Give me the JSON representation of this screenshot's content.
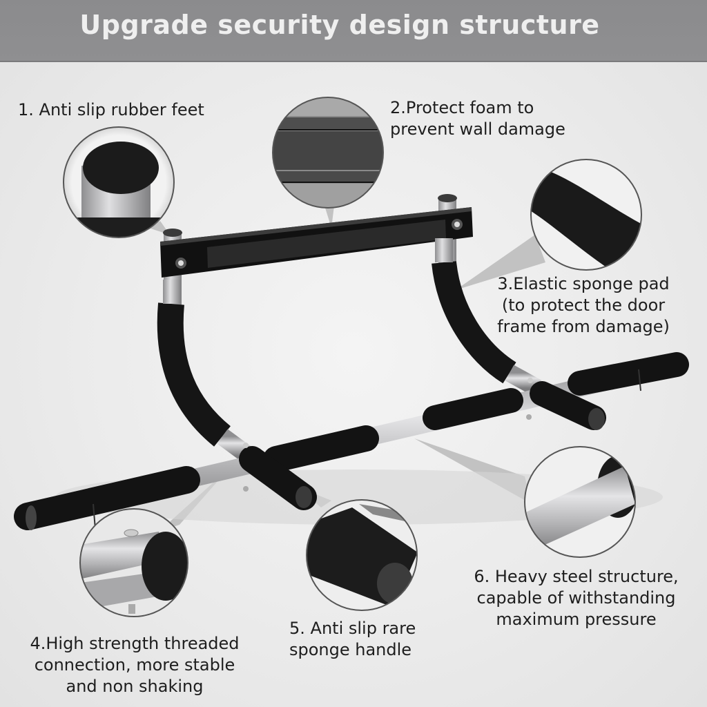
{
  "header": {
    "title": "Upgrade security design structure"
  },
  "features": [
    {
      "id": 1,
      "lines": [
        "1. Anti slip rubber feet"
      ],
      "icon": "rubber-foot-closeup"
    },
    {
      "id": 2,
      "lines": [
        "2.Protect foam to",
        "prevent wall damage"
      ],
      "icon": "foam-pad-closeup"
    },
    {
      "id": 3,
      "lines": [
        "3.Elastic sponge pad",
        "(to protect the door",
        "frame from damage)"
      ],
      "icon": "sponge-pad-closeup"
    },
    {
      "id": 4,
      "lines": [
        "4.High strength threaded",
        "connection, more stable",
        "and non shaking"
      ],
      "icon": "threaded-connection-closeup"
    },
    {
      "id": 5,
      "lines": [
        "5. Anti slip rare",
        "sponge handle"
      ],
      "icon": "sponge-handle-closeup"
    },
    {
      "id": 6,
      "lines": [
        "6. Heavy steel structure,",
        "capable of withstanding",
        "maximum pressure"
      ],
      "icon": "steel-tube-closeup"
    }
  ],
  "colors": {
    "banner": "#8c8c8e",
    "title_text": "#efefef",
    "foam": "#1a1a1a",
    "steel": "#b4b4b6",
    "background": "#ebebeb"
  }
}
